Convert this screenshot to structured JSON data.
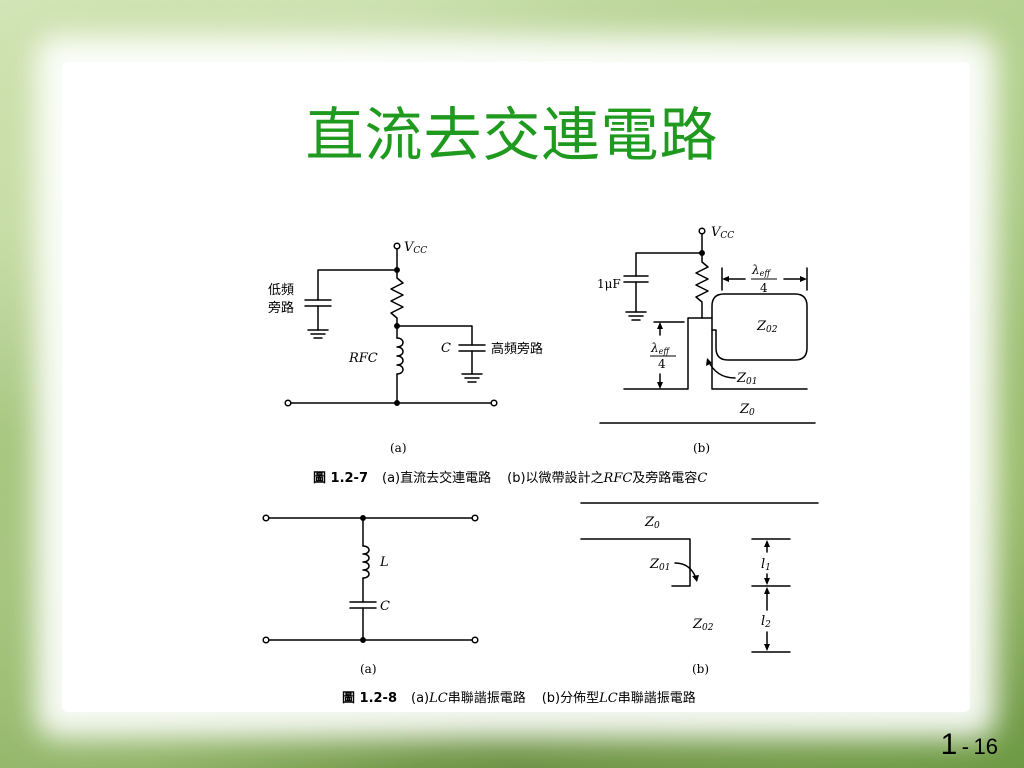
{
  "slide": {
    "title": "直流去交連電路",
    "page_number": "1",
    "page_separator": "-",
    "page_total": "16"
  },
  "figure_1_2_7": {
    "a": {
      "vcc_label": "V",
      "vcc_sub": "CC",
      "left_cap_label_line1": "低頻",
      "left_cap_label_line2": "旁路",
      "rfc_label": "RFC",
      "c_label": "C",
      "right_cap_label": "高頻旁路",
      "panel_label": "(a)"
    },
    "b": {
      "vcc_label": "V",
      "vcc_sub": "CC",
      "cap_label": "1μF",
      "lambda_top": "λ",
      "lambda_top_sub": "eff",
      "lambda_top_den": "4",
      "lambda_left": "λ",
      "lambda_left_sub": "eff",
      "lambda_left_den": "4",
      "z02": "Z",
      "z02_sub": "02",
      "z01": "Z",
      "z01_sub": "01",
      "z0": "Z",
      "z0_sub": "0",
      "panel_label": "(b)"
    },
    "caption_prefix": "圖 1.2-7",
    "caption_a": "(a)直流去交連電路",
    "caption_b_1": "(b)以微帶設計之",
    "caption_b_rfc": "RFC",
    "caption_b_2": "及旁路電容",
    "caption_b_c": "C"
  },
  "figure_1_2_8": {
    "a": {
      "l_label": "L",
      "c_label": "C",
      "panel_label": "(a)"
    },
    "b": {
      "z0": "Z",
      "z0_sub": "0",
      "z01": "Z",
      "z01_sub": "01",
      "z02": "Z",
      "z02_sub": "02",
      "l1": "l",
      "l1_sub": "1",
      "l2": "l",
      "l2_sub": "2",
      "panel_label": "(b)"
    },
    "caption_prefix": "圖 1.2-8",
    "caption_a_1": "(a)",
    "caption_a_lc": "LC",
    "caption_a_2": "串聯諧振電路",
    "caption_b_1": "(b)分佈型",
    "caption_b_lc": "LC",
    "caption_b_2": "串聯諧振電路"
  }
}
